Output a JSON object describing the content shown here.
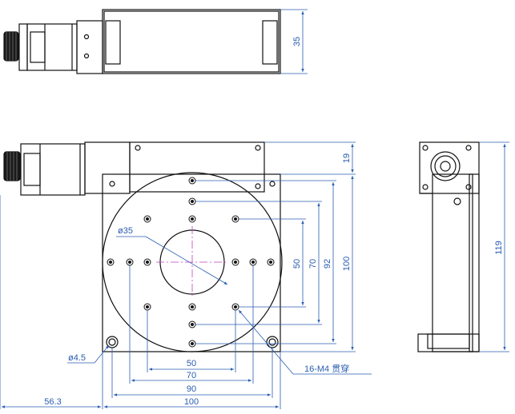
{
  "colors": {
    "outline": "#111111",
    "dimension": "#2a5db0",
    "center_line": "#c040c0"
  },
  "dimensions": {
    "top_view_height": "35",
    "side_height_19": "19",
    "side_height_119": "119",
    "hole_span_50_v": "50",
    "hole_span_70_v": "70",
    "hole_span_92_v": "92",
    "body_100_v": "100",
    "hole_span_50_h": "50",
    "hole_span_70_h": "70",
    "hole_span_90_h": "90",
    "body_100_h": "100",
    "offset_56_3": "56.3",
    "diameter_35": "ø35",
    "corner_hole": "ø4.5",
    "thread_note": "16-M4 贯穿"
  }
}
